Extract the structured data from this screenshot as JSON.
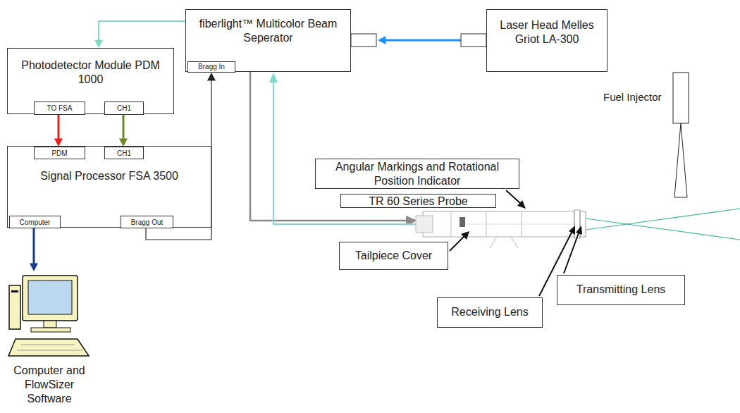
{
  "diagram": {
    "nodes": [
      {
        "text": [
          "fiberlight™ Multicolor Beam Seperator"
        ]
      },
      {
        "text": [
          "Bragg In"
        ],
        "in": 0
      },
      {
        "text": [
          "Laser Head Melles Griot LA-300"
        ]
      },
      {
        "text": [
          "Photodetector Module PDM 1000"
        ]
      },
      {
        "text": [
          "TO FSA"
        ],
        "in": 3
      },
      {
        "text": [
          "CH1"
        ],
        "in": 3
      },
      {
        "text": [
          "Signal Processor FSA 3500"
        ]
      },
      {
        "text": [
          "PDM"
        ],
        "in": 6
      },
      {
        "text": [
          "CH1"
        ],
        "in": 6
      },
      {
        "text": [
          "Computer"
        ],
        "in": 6
      },
      {
        "text": [
          "Bragg Out"
        ],
        "in": 6
      },
      {
        "text": [
          "Computer and FlowSizer Software"
        ]
      },
      {
        "text": [
          "Angular Markings and Rotational Position Indicator"
        ]
      },
      {
        "text": [
          "TR 60 Series Probe"
        ]
      },
      {
        "text": [
          "Tailpiece Cover"
        ]
      },
      {
        "text": [
          "Receiving Lens"
        ]
      },
      {
        "text": [
          "Transmitting Lens"
        ]
      }
    ],
    "edges": [
      {
        "from": 2,
        "to": 0,
        "arrow": "to"
      },
      {
        "from": 0,
        "to": 3,
        "arrow": "to"
      },
      {
        "from": 4,
        "to": 7,
        "arrow": "to"
      },
      {
        "from": 5,
        "to": 8,
        "arrow": "to"
      },
      {
        "from": 9,
        "to": 11,
        "arrow": "to"
      },
      {
        "from": 10,
        "to": 1,
        "arrow": "to"
      }
    ],
    "labels": [
      "Fuel Injector"
    ]
  }
}
